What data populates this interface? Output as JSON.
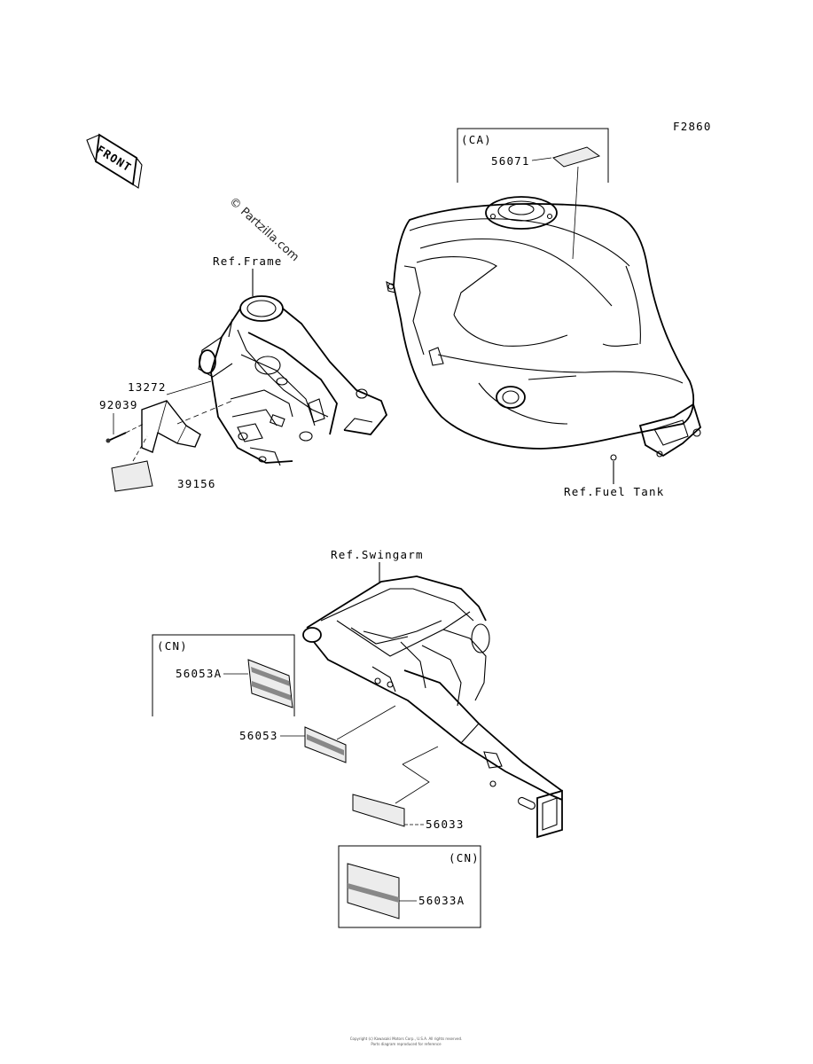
{
  "figure_code": "F2860",
  "front_badge": "FRONT",
  "watermark": "© Partzilla.com",
  "refs": {
    "frame": "Ref.Frame",
    "fuel_tank": "Ref.Fuel Tank",
    "swingarm": "Ref.Swingarm"
  },
  "variant_boxes": {
    "ca": "(CA)",
    "cn_upper": "(CN)",
    "cn_lower": "(CN)"
  },
  "parts": {
    "p56071": "56071",
    "p13272": "13272",
    "p92039": "92039",
    "p39156": "39156",
    "p56053A": "56053A",
    "p56053": "56053",
    "p56033": "56033",
    "p56033A": "56033A"
  },
  "footer": {
    "line1": "Copyright (c) Kawasaki Motors Corp., U.S.A. All rights reserved.",
    "line2": "Parts diagram reproduced for reference"
  }
}
